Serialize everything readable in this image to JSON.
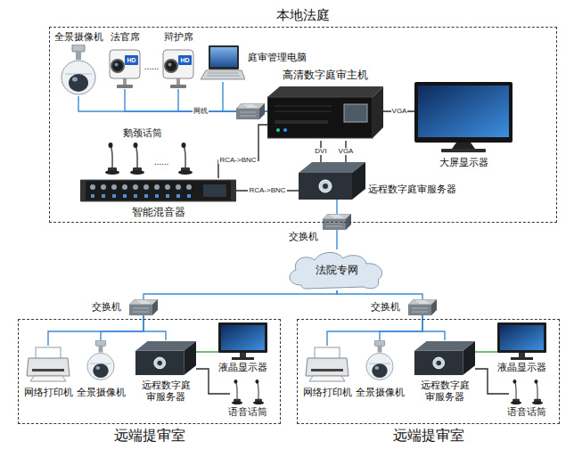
{
  "diagram": {
    "nodes": [
      {
        "text": [
          "本地法庭"
        ]
      },
      {
        "text": [
          "全景摄像机"
        ],
        "in": 0
      },
      {
        "text": [
          "法官席"
        ],
        "in": 0
      },
      {
        "text": [
          "辩护席"
        ],
        "in": 0
      },
      {
        "text": [
          "庭审管理电脑"
        ],
        "in": 0
      },
      {
        "text": [
          "高清数字庭审主机"
        ],
        "in": 0
      },
      {
        "text": [
          "大屏显示器"
        ],
        "in": 0
      },
      {
        "text": [
          "鹅颈话筒"
        ],
        "in": 0
      },
      {
        "text": [
          "智能混音器"
        ],
        "in": 0
      },
      {
        "text": [
          "远程数字庭审服务器"
        ],
        "in": 0
      },
      {
        "text": [
          "交换机"
        ]
      },
      {
        "text": [
          "法院专网"
        ]
      },
      {
        "text": [
          "远端提审室"
        ]
      },
      {
        "text": [
          "交换机"
        ]
      },
      {
        "text": [
          "网络打印机"
        ],
        "in": 12
      },
      {
        "text": [
          "全景摄像机"
        ],
        "in": 12
      },
      {
        "text": [
          "远程数字庭审服务器"
        ],
        "in": 12
      },
      {
        "text": [
          "液晶显示器"
        ],
        "in": 12
      },
      {
        "text": [
          "语音话筒"
        ],
        "in": 12
      },
      {
        "text": [
          "远端提审室"
        ]
      },
      {
        "text": [
          "交换机"
        ]
      },
      {
        "text": [
          "网络打印机"
        ],
        "in": 19
      },
      {
        "text": [
          "全景摄像机"
        ],
        "in": 19
      },
      {
        "text": [
          "远程数字庭审服务器"
        ],
        "in": 19
      },
      {
        "text": [
          "液晶显示器"
        ],
        "in": 19
      },
      {
        "text": [
          "语音话筒"
        ],
        "in": 19
      }
    ],
    "edges": [
      {
        "from": 1,
        "to": 5,
        "label": "网线",
        "arrow": "none"
      },
      {
        "from": 2,
        "to": 5,
        "arrow": "none"
      },
      {
        "from": 3,
        "to": 5,
        "arrow": "none"
      },
      {
        "from": 4,
        "to": 5,
        "arrow": "none"
      },
      {
        "from": 5,
        "to": 6,
        "label": "VGA",
        "arrow": "none"
      },
      {
        "from": 8,
        "to": 5,
        "label": "RCA->BNC",
        "arrow": "none"
      },
      {
        "from": 8,
        "to": 9,
        "label": "RCA->BNC",
        "arrow": "none"
      },
      {
        "from": 5,
        "to": 9,
        "label": "DVI",
        "arrow": "none"
      },
      {
        "from": 5,
        "to": 9,
        "label": "VGA",
        "arrow": "none"
      },
      {
        "from": 9,
        "to": 10,
        "arrow": "none"
      },
      {
        "from": 10,
        "to": 11,
        "arrow": "none"
      },
      {
        "from": 11,
        "to": 13,
        "arrow": "none"
      },
      {
        "from": 11,
        "to": 20,
        "arrow": "none"
      },
      {
        "from": 13,
        "to": 14,
        "arrow": "none"
      },
      {
        "from": 13,
        "to": 15,
        "arrow": "none"
      },
      {
        "from": 13,
        "to": 16,
        "arrow": "none"
      },
      {
        "from": 16,
        "to": 17,
        "arrow": "none"
      },
      {
        "from": 16,
        "to": 18,
        "arrow": "none"
      },
      {
        "from": 20,
        "to": 21,
        "arrow": "none"
      },
      {
        "from": 20,
        "to": 22,
        "arrow": "none"
      },
      {
        "from": 20,
        "to": 23,
        "arrow": "none"
      },
      {
        "from": 23,
        "to": 24,
        "arrow": "none"
      },
      {
        "from": 23,
        "to": 25,
        "arrow": "none"
      }
    ],
    "labels": [
      "HD",
      "HD",
      "......",
      "......"
    ]
  }
}
